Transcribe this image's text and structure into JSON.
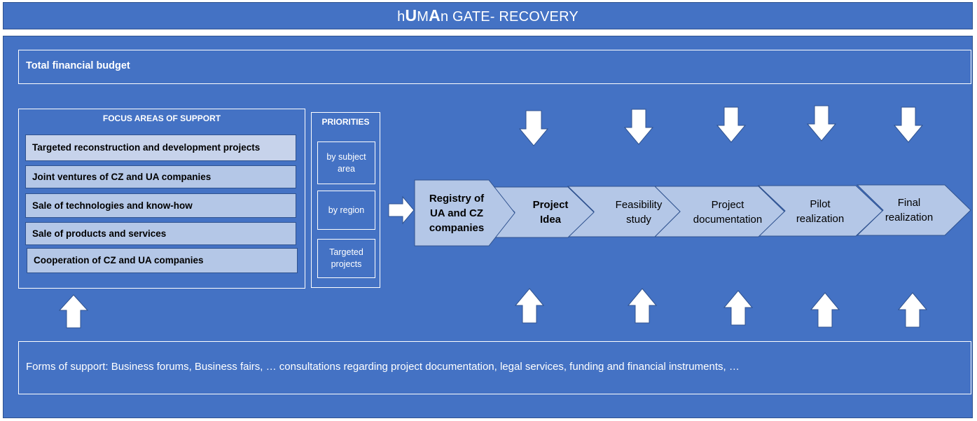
{
  "title": {
    "segments": [
      {
        "text": "h",
        "bold": false
      },
      {
        "text": "U",
        "bold": true
      },
      {
        "text": "M",
        "bold": false
      },
      {
        "text": "A",
        "bold": true
      },
      {
        "text": "n GATE- RECOVERY",
        "bold": false
      }
    ]
  },
  "budget": {
    "label": "Total financial budget"
  },
  "focus": {
    "heading": "FOCUS AREAS OF SUPPORT",
    "items": [
      "Targeted reconstruction and development projects",
      "Joint ventures of CZ and UA companies",
      "Sale of technologies and know-how",
      "Sale of products and services",
      "Cooperation of CZ and UA companies"
    ]
  },
  "priorities": {
    "heading": "PRIORITIES",
    "items": [
      "by subject area",
      "by region",
      "Targeted projects"
    ]
  },
  "process": {
    "stages": [
      {
        "label": "Registry of UA and CZ companies",
        "bold": true
      },
      {
        "label": "Project Idea",
        "bold": true
      },
      {
        "label": "Feasibility study",
        "bold": false
      },
      {
        "label": "Project documentation",
        "bold": false
      },
      {
        "label": "Pilot realization",
        "bold": false
      },
      {
        "label": "Final realization",
        "bold": false
      }
    ]
  },
  "forms": {
    "label": "Forms of support: Business forums, Business fairs, … consultations regarding project documentation, legal services, funding and financial instruments, …"
  },
  "colors": {
    "panel": "#4472c4",
    "panel_border": "#2f528f",
    "item_fill": "#b4c7e7",
    "chevron_fill": "#b4c7e7",
    "arrow_fill": "#ffffff"
  }
}
